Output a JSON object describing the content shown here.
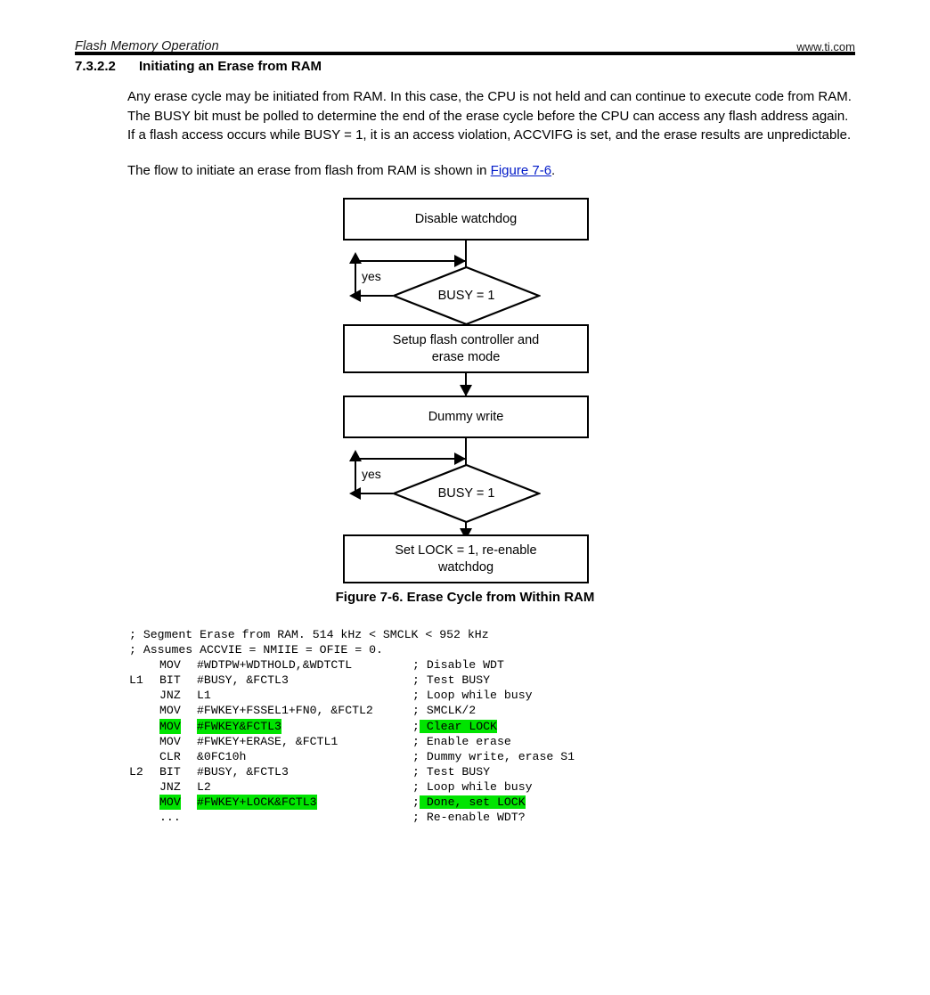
{
  "header": {
    "title": "Flash Memory Operation",
    "url": "www.ti.com"
  },
  "section": {
    "number": "7.3.2.2",
    "title": "Initiating an Erase from RAM"
  },
  "body": {
    "paragraph1_part1": "Any erase cycle may be initiated from RAM. In this case, the CPU is not held and can continue to execute code from RAM. The BUSY bit must be polled to determine the end of the erase cycle before the CPU can access any flash address again. If a flash access occurs while BUSY = 1, it is an access violation, ACCVIFG is set, and the erase results are unpredictable.",
    "paragraph2_part1": "The flow to initiate an erase from flash from RAM is shown in ",
    "paragraph2_link": "Figure 7-6",
    "paragraph2_part2": "."
  },
  "flowchart": {
    "box1": "Disable watchdog",
    "decision1": "BUSY = 1",
    "decision1_branch_label": "yes",
    "box2_line1": "Setup flash controller and",
    "box2_line2": "erase mode",
    "box3": "Dummy write",
    "decision2": "BUSY = 1",
    "decision2_branch_label": "yes",
    "box4_line1": "Set LOCK = 1, re-enable",
    "box4_line2": "watchdog"
  },
  "figure": {
    "caption": "Figure 7-6. Erase Cycle from Within RAM"
  },
  "code": {
    "colors": {
      "highlight": "#00E400"
    },
    "lines": [
      {
        "type": "comment-full",
        "text": "; Segment Erase from RAM. 514 kHz < SMCLK < 952 kHz",
        "highlight_code": false,
        "highlight_comment": false
      },
      {
        "type": "comment-full",
        "text": "; Assumes ACCVIE = NMIIE = OFIE = 0.",
        "highlight_code": false,
        "highlight_comment": false
      },
      {
        "type": "instr",
        "label": "",
        "mnemonic": "MOV",
        "operand": "#WDTPW+WDTHOLD,&WDTCTL",
        "comment": "; Disable WDT",
        "highlight_code": false,
        "highlight_comment": false
      },
      {
        "type": "instr",
        "label": "L1",
        "mnemonic": "BIT",
        "operand": "#BUSY, &FCTL3",
        "comment": "; Test BUSY",
        "highlight_code": false,
        "highlight_comment": false
      },
      {
        "type": "instr",
        "label": "",
        "mnemonic": "JNZ",
        "operand": "L1",
        "comment": "; Loop while busy",
        "highlight_code": false,
        "highlight_comment": false
      },
      {
        "type": "instr",
        "label": "",
        "mnemonic": "MOV",
        "operand": "#FWKEY+FSSEL1+FN0, &FCTL2",
        "comment": "; SMCLK/2",
        "highlight_code": false,
        "highlight_comment": false
      },
      {
        "type": "instr",
        "label": "",
        "mnemonic": "MOV",
        "operand": "#FWKEY&FCTL3",
        "comment": "; Clear LOCK",
        "highlight_code": true,
        "highlight_comment": true
      },
      {
        "type": "instr",
        "label": "",
        "mnemonic": "MOV",
        "operand": "#FWKEY+ERASE, &FCTL1",
        "comment": "; Enable erase",
        "highlight_code": false,
        "highlight_comment": false
      },
      {
        "type": "instr",
        "label": "",
        "mnemonic": "CLR",
        "operand": "&0FC10h",
        "comment": "; Dummy write, erase S1",
        "highlight_code": false,
        "highlight_comment": false
      },
      {
        "type": "instr",
        "label": "L2",
        "mnemonic": "BIT",
        "operand": "#BUSY, &FCTL3",
        "comment": "; Test BUSY",
        "highlight_code": false,
        "highlight_comment": false
      },
      {
        "type": "instr",
        "label": "",
        "mnemonic": "JNZ",
        "operand": "L2",
        "comment": "; Loop while busy",
        "highlight_code": false,
        "highlight_comment": false
      },
      {
        "type": "instr",
        "label": "",
        "mnemonic": "MOV",
        "operand": "#FWKEY+LOCK&FCTL3",
        "comment": "; Done, set LOCK",
        "highlight_code": true,
        "highlight_comment": true
      },
      {
        "type": "instr",
        "label": "",
        "mnemonic": "...",
        "operand": "",
        "comment": "; Re-enable WDT?",
        "highlight_code": false,
        "highlight_comment": false
      }
    ]
  }
}
